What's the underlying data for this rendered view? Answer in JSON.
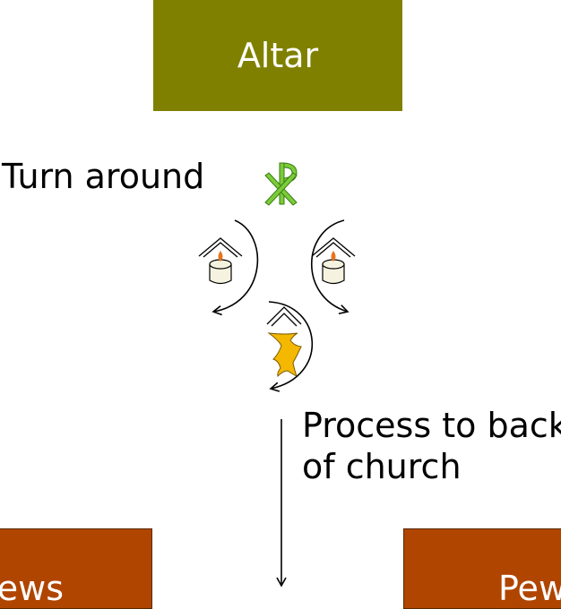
{
  "altar": {
    "label": "Altar"
  },
  "pews": {
    "left_label": "Pews",
    "right_label": "Pews"
  },
  "instructions": {
    "turn": "Turn around",
    "process_line1": "Process to back",
    "process_line2": "of church"
  },
  "colors": {
    "altar": "#808000",
    "pews": "#b04500",
    "chi_rho": "#7acc3a",
    "candle_flame": "#e8731c",
    "cross": "#f5b800",
    "arrow": "#000000"
  },
  "icons": [
    "chi-rho-icon",
    "candle-icon",
    "candle-icon",
    "cross-icon"
  ]
}
